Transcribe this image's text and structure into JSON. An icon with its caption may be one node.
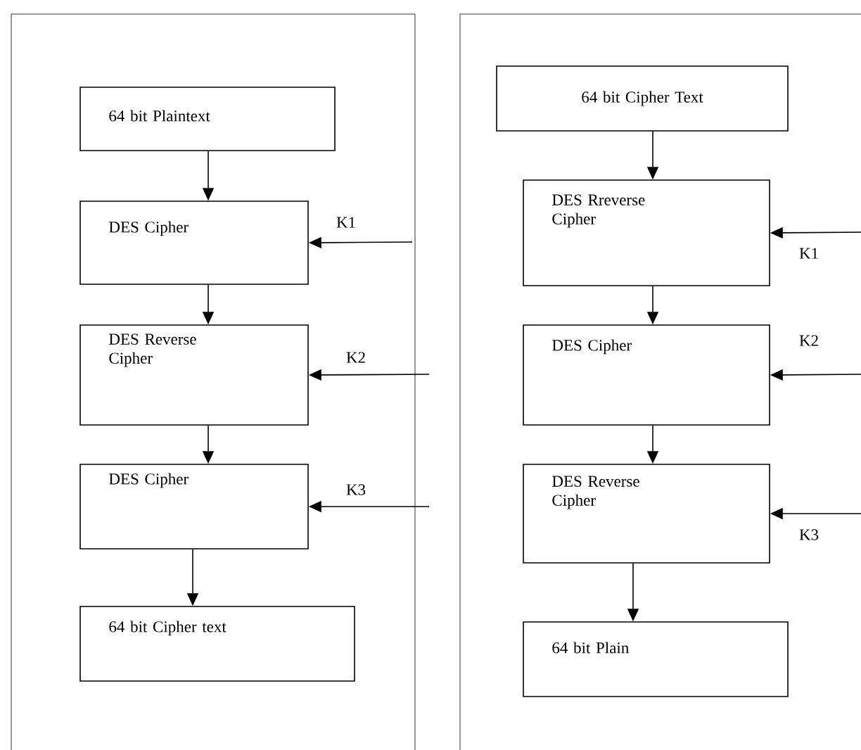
{
  "diagram": {
    "nodes": [
      {
        "text": [],
        "shape": "box"
      },
      {
        "text": [
          "64 bit Plaintext"
        ],
        "in": 0
      },
      {
        "text": [
          "DES Cipher"
        ],
        "in": 0
      },
      {
        "text": [
          "DES Reverse Cipher"
        ],
        "in": 0
      },
      {
        "text": [
          "DES Cipher"
        ],
        "in": 0
      },
      {
        "text": [
          "64 bit Cipher text"
        ],
        "in": 0
      },
      {
        "text": [],
        "shape": "box"
      },
      {
        "text": [
          "64 bit Cipher Text"
        ],
        "in": 6
      },
      {
        "text": [
          "DES Rreverse Cipher"
        ],
        "in": 6
      },
      {
        "text": [
          "DES  Cipher"
        ],
        "in": 6
      },
      {
        "text": [
          "DES Reverse Cipher"
        ],
        "in": 6
      },
      {
        "text": [
          "64 bit Plain"
        ],
        "in": 6
      }
    ],
    "edges": [
      {
        "from": 1,
        "to": 2,
        "arrow": "to"
      },
      {
        "from": 2,
        "to": 3,
        "arrow": "to"
      },
      {
        "from": 3,
        "to": 4,
        "arrow": "to"
      },
      {
        "from": 4,
        "to": 5,
        "arrow": "to"
      },
      {
        "from": null,
        "to": 2,
        "arrow": "to",
        "label": "K1"
      },
      {
        "from": null,
        "to": 3,
        "arrow": "to",
        "label": "K2"
      },
      {
        "from": null,
        "to": 4,
        "arrow": "to",
        "label": "K3"
      },
      {
        "from": 7,
        "to": 8,
        "arrow": "to"
      },
      {
        "from": 8,
        "to": 9,
        "arrow": "to"
      },
      {
        "from": 9,
        "to": 10,
        "arrow": "to"
      },
      {
        "from": 10,
        "to": 11,
        "arrow": "to"
      },
      {
        "from": null,
        "to": 8,
        "arrow": "to",
        "label": "K1"
      },
      {
        "from": null,
        "to": 9,
        "arrow": "to",
        "label": "K2"
      },
      {
        "from": null,
        "to": 10,
        "arrow": "to",
        "label": "K3"
      }
    ]
  }
}
